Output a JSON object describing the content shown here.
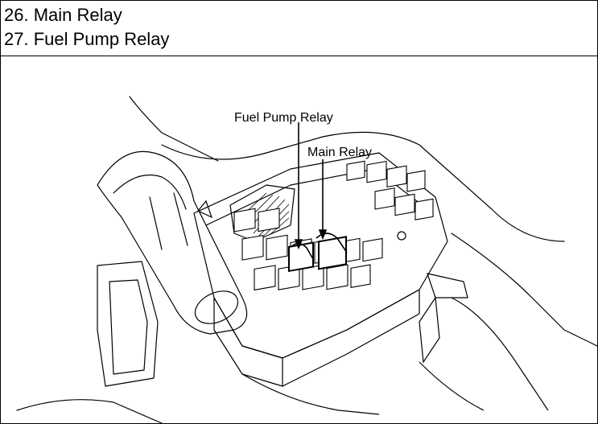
{
  "header": {
    "lines": [
      "26. Main Relay",
      "27. Fuel Pump Relay"
    ]
  },
  "diagram": {
    "callouts": {
      "fuel_pump_relay": "Fuel Pump Relay",
      "main_relay": "Main Relay"
    },
    "colors": {
      "line": "#000000",
      "shade": "#555555",
      "background": "#ffffff"
    }
  }
}
